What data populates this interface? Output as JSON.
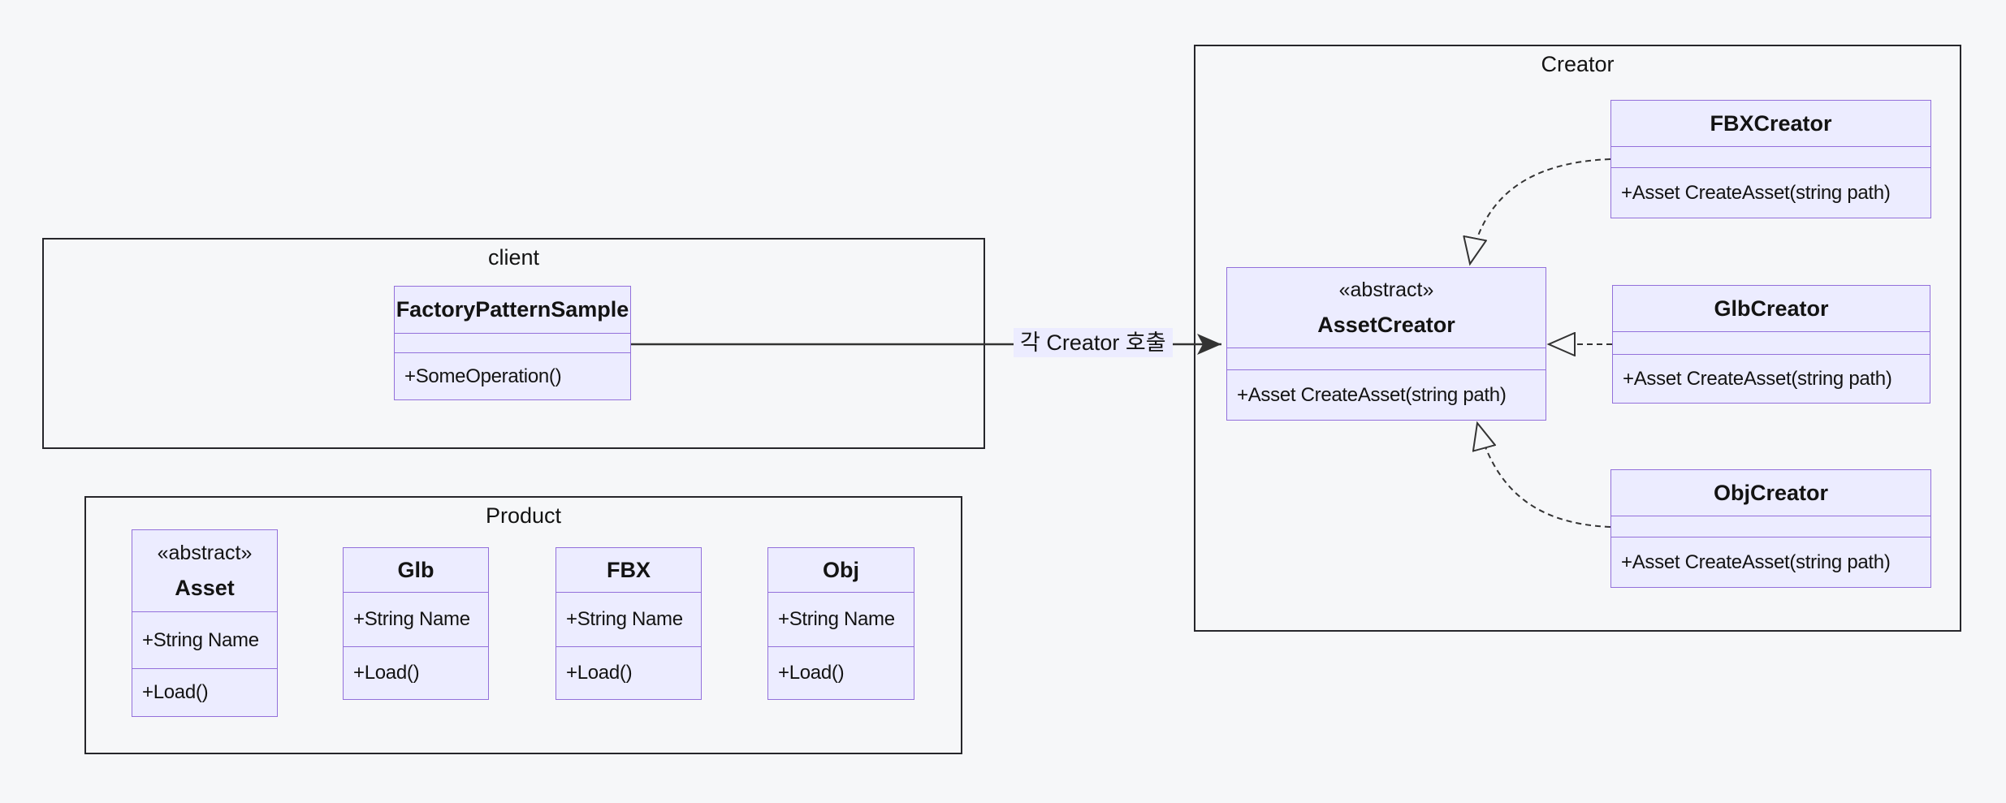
{
  "diagram_type": "uml-class-diagram",
  "colors": {
    "background": "#f6f7f9",
    "class_fill": "#ECECFF",
    "class_border": "#9370DB",
    "container_border": "#26262b",
    "line": "#333333",
    "edge_label_bg": "#ECECFF",
    "text": "#131313"
  },
  "containers": {
    "client": {
      "title": "client"
    },
    "product": {
      "title": "Product"
    },
    "creator": {
      "title": "Creator"
    }
  },
  "classes": {
    "factoryPatternSample": {
      "name": "FactoryPatternSample",
      "attributes": [],
      "methods": [
        "+SomeOperation()"
      ]
    },
    "asset": {
      "stereotype": "«abstract»",
      "name": "Asset",
      "attributes": [
        "+String Name"
      ],
      "methods": [
        "+Load()"
      ]
    },
    "glb": {
      "name": "Glb",
      "attributes": [
        "+String Name"
      ],
      "methods": [
        "+Load()"
      ]
    },
    "fbx": {
      "name": "FBX",
      "attributes": [
        "+String Name"
      ],
      "methods": [
        "+Load()"
      ]
    },
    "obj": {
      "name": "Obj",
      "attributes": [
        "+String Name"
      ],
      "methods": [
        "+Load()"
      ]
    },
    "fbxCreator": {
      "name": "FBXCreator",
      "attributes": [],
      "methods": [
        "+Asset CreateAsset(string path)"
      ]
    },
    "assetCreator": {
      "stereotype": "«abstract»",
      "name": "AssetCreator",
      "attributes": [],
      "methods": [
        "+Asset CreateAsset(string path)"
      ]
    },
    "glbCreator": {
      "name": "GlbCreator",
      "attributes": [],
      "methods": [
        "+Asset CreateAsset(string path)"
      ]
    },
    "objCreator": {
      "name": "ObjCreator",
      "attributes": [],
      "methods": [
        "+Asset CreateAsset(string path)"
      ]
    }
  },
  "edges": {
    "dependency": {
      "from": "FactoryPatternSample",
      "to": "AssetCreator",
      "label": "각 Creator 호출",
      "style": "solid, filled arrowhead"
    },
    "inheritance": [
      {
        "from": "FBXCreator",
        "to": "AssetCreator",
        "style": "dashed, hollow triangle"
      },
      {
        "from": "GlbCreator",
        "to": "AssetCreator",
        "style": "dashed, hollow triangle"
      },
      {
        "from": "ObjCreator",
        "to": "AssetCreator",
        "style": "dashed, hollow triangle"
      }
    ]
  }
}
